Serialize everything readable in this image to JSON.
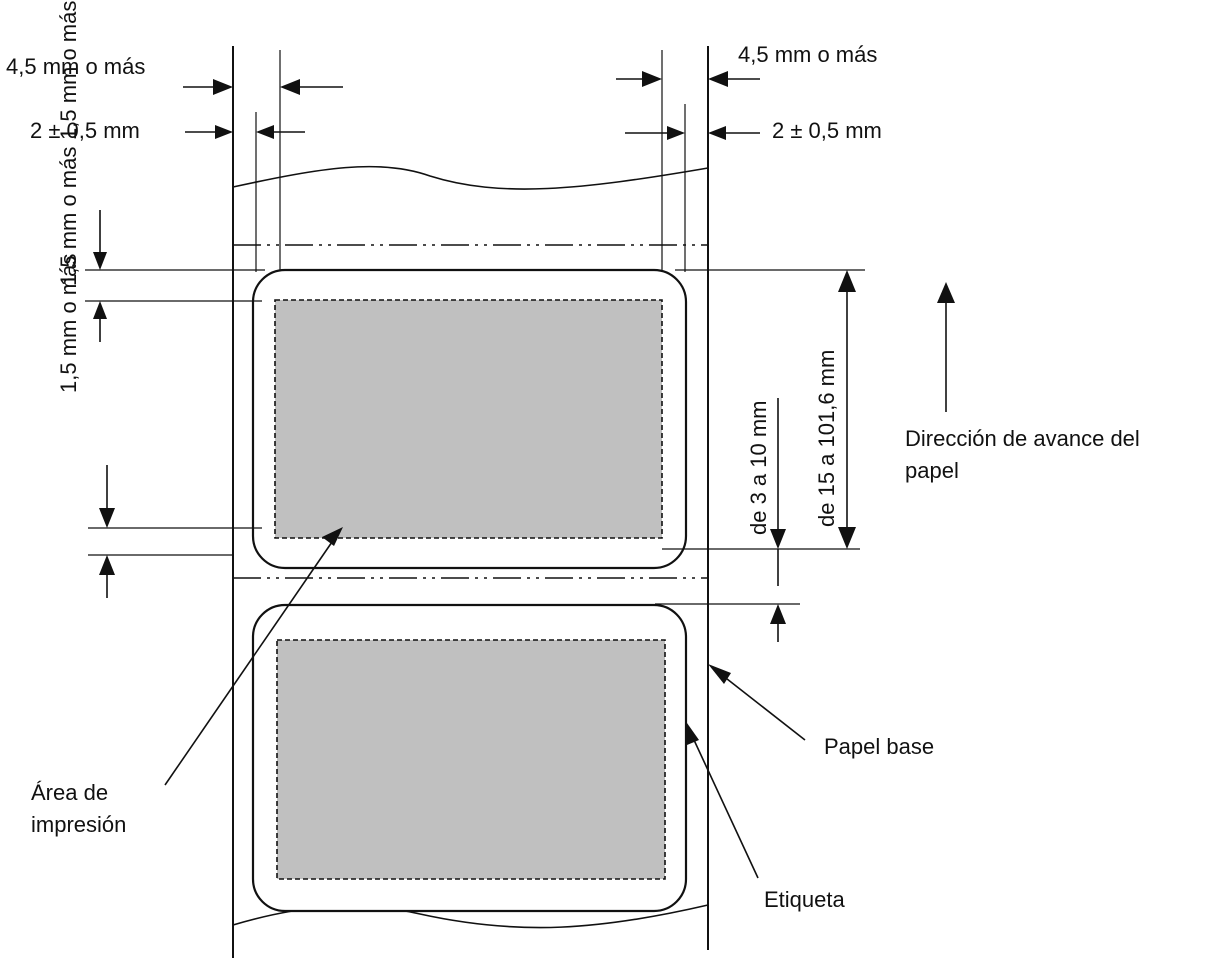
{
  "labels": {
    "left_margin_outer": "4,5 mm o más",
    "left_margin_inner": "2 ± 0,5 mm",
    "right_margin_outer": "4,5 mm o más",
    "right_margin_inner": "2 ± 0,5 mm",
    "top_vertical_a": "1,5 mm o más",
    "top_vertical_b": "1,5 mm o más",
    "lower_vertical": "1,5 mm o más",
    "gap_dimension": "de 3 a 10 mm",
    "label_length": "de 15 a 101,6 mm",
    "feed_direction_line1": "Dirección de avance del",
    "feed_direction_line2": "papel",
    "print_area_line1": "Área de",
    "print_area_line2": "impresión",
    "base_paper": "Papel base",
    "label": "Etiqueta"
  },
  "colors": {
    "ink": "#111111",
    "print_area_fill": "#c0c0c0",
    "background": "#ffffff"
  }
}
